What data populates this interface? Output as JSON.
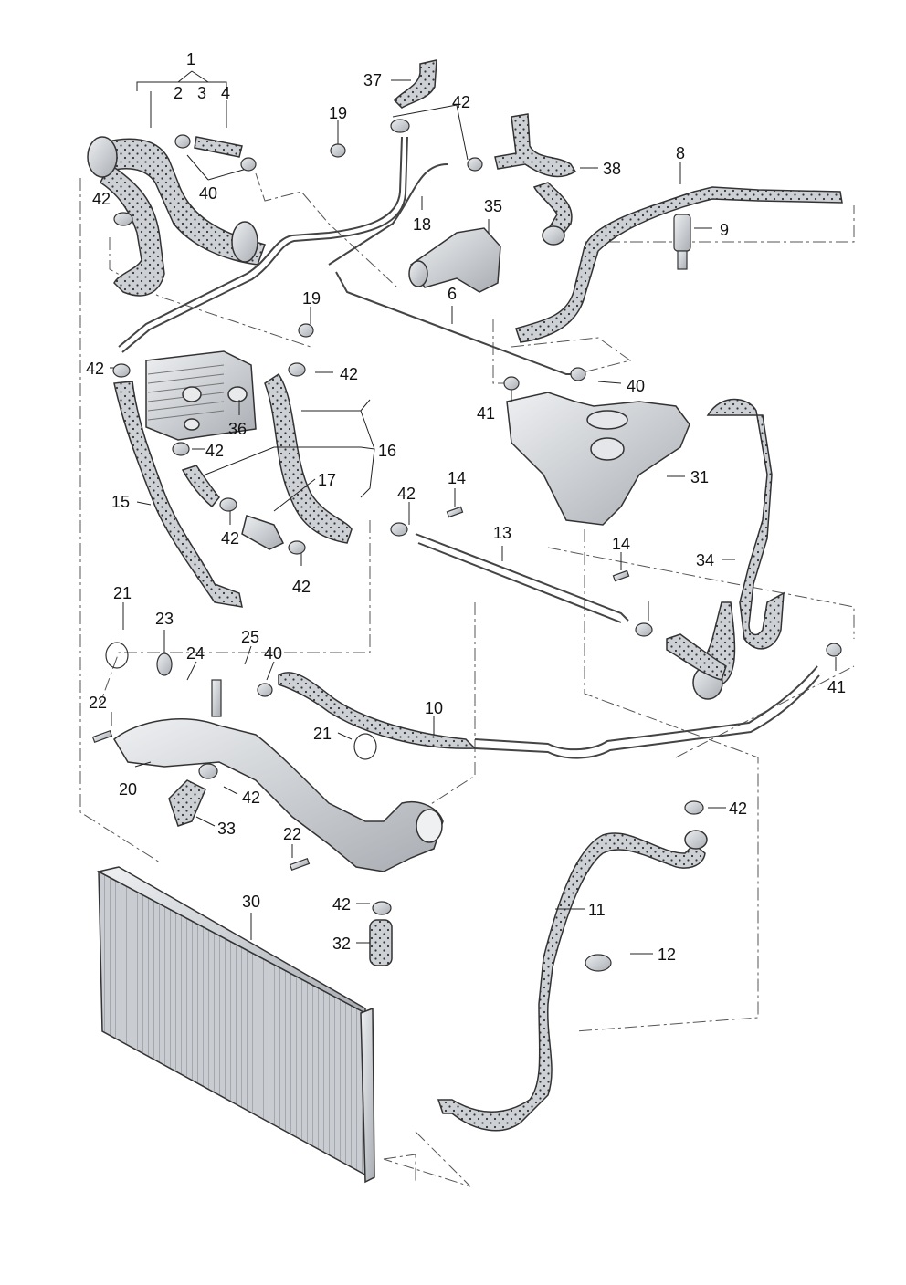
{
  "callouts": [
    "1",
    "2",
    "3",
    "4",
    "37",
    "42",
    "19",
    "40",
    "42",
    "35",
    "38",
    "8",
    "9",
    "18",
    "6",
    "19",
    "42",
    "42",
    "40",
    "41",
    "31",
    "36",
    "42",
    "16",
    "15",
    "17",
    "14",
    "42",
    "13",
    "14",
    "42",
    "42",
    "34",
    "21",
    "23",
    "25",
    "40",
    "24",
    "22",
    "10",
    "21",
    "41",
    "20",
    "42",
    "33",
    "42",
    "22",
    "30",
    "11",
    "42",
    "32",
    "12"
  ],
  "colors": {
    "hose": "#cfd2d6",
    "hose_stroke": "#444",
    "dots": "#333",
    "part": "#d8dbe0",
    "leader": "#222",
    "dashed": "#555"
  }
}
